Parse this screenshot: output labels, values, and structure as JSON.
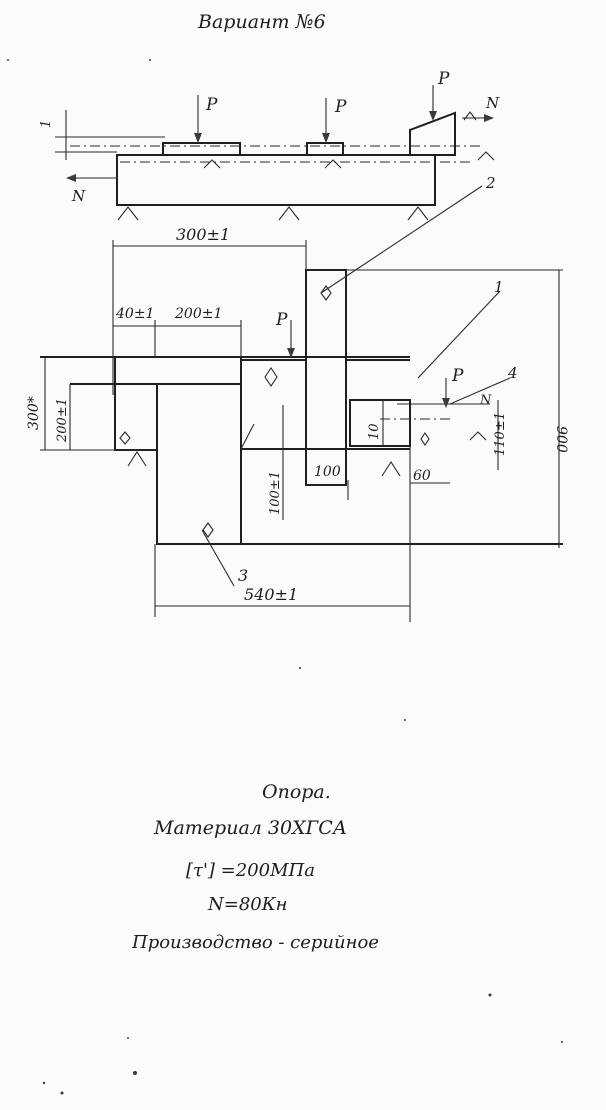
{
  "header": {
    "title": "Вариант №6"
  },
  "side_view": {
    "labels": {
      "force_1": "P",
      "force_2": "P",
      "force_3": "P",
      "axial_right": "N",
      "axial_left": "N",
      "dim_left": "1"
    }
  },
  "plan_view": {
    "callouts": {
      "c1": "1",
      "c2": "2",
      "c3": "3",
      "c4": "4"
    },
    "dimensions": {
      "d300_top": "300±1",
      "d40": "40±1",
      "d200_top": "200±1",
      "d300_left": "300*",
      "d200_left": "200±1",
      "d100_bottom": "100",
      "d100_vert": "100±1",
      "d10": "10",
      "d60": "60",
      "d110": "110±1",
      "d900": "900",
      "d540": "540±1"
    },
    "labels": {
      "force_main": "P",
      "force_right": "P",
      "axial": "N"
    }
  },
  "notes": {
    "part_name": "Опора.",
    "material": "Материал 30ХГСА",
    "stress": "[τ'] =200МПа",
    "force": "N=80Кн",
    "production": "Производство - серийное"
  }
}
